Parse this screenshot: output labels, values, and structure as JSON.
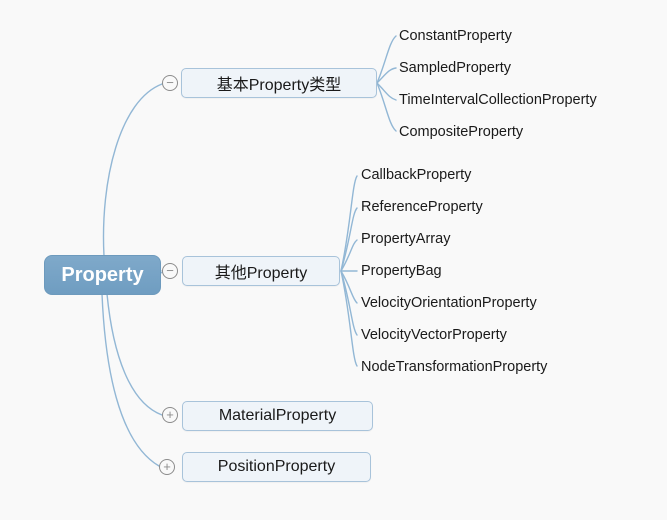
{
  "root": {
    "label": "Property"
  },
  "icons": {
    "collapse": "−",
    "expand": "+"
  },
  "colors": {
    "background": "#f9f9f9",
    "root_fill": "#76a3c6",
    "root_text": "#ffffff",
    "branch_fill": "#eff4f9",
    "branch_border": "#a8c3da",
    "connector": "#92b7d5",
    "toggle_stroke": "#8c8c8c",
    "text": "#1a1a1a"
  },
  "branches": [
    {
      "label": "基本Property类型",
      "state": "expanded",
      "children": [
        "ConstantProperty",
        "SampledProperty",
        "TimeIntervalCollectionProperty",
        "CompositeProperty"
      ]
    },
    {
      "label": "其他Property",
      "state": "expanded",
      "children": [
        "CallbackProperty",
        "ReferenceProperty",
        "PropertyArray",
        "PropertyBag",
        "VelocityOrientationProperty",
        "VelocityVectorProperty",
        "NodeTransformationProperty"
      ]
    },
    {
      "label": "MaterialProperty",
      "state": "collapsed",
      "children": []
    },
    {
      "label": "PositionProperty",
      "state": "collapsed",
      "children": []
    }
  ]
}
